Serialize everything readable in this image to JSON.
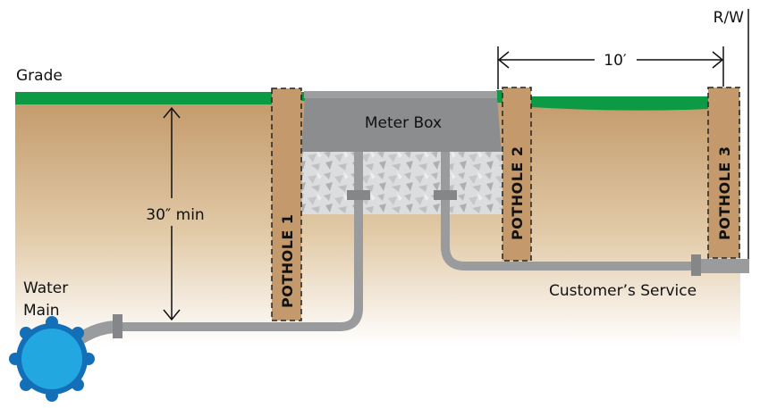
{
  "labels": {
    "grade": "Grade",
    "water_main_line1": "Water",
    "water_main_line2": "Main",
    "depth": "30″ min",
    "meter_box": "Meter Box",
    "pothole_1": "POTHOLE 1",
    "pothole_2": "POTHOLE 2",
    "pothole_3": "POTHOLE 3",
    "distance": "10′",
    "right_of_way": "R/W",
    "customer_service": "Customer’s Service"
  },
  "colors": {
    "soil_top": "#c39a6b",
    "grass": "#0c9a45",
    "pipe": "#9a9b9d",
    "meter_box": "#8c8d8f",
    "gravel": "#d9dadc",
    "water_main": "#22a7e1",
    "water_main_border": "#1370b8",
    "pothole": "#c49a6c"
  }
}
